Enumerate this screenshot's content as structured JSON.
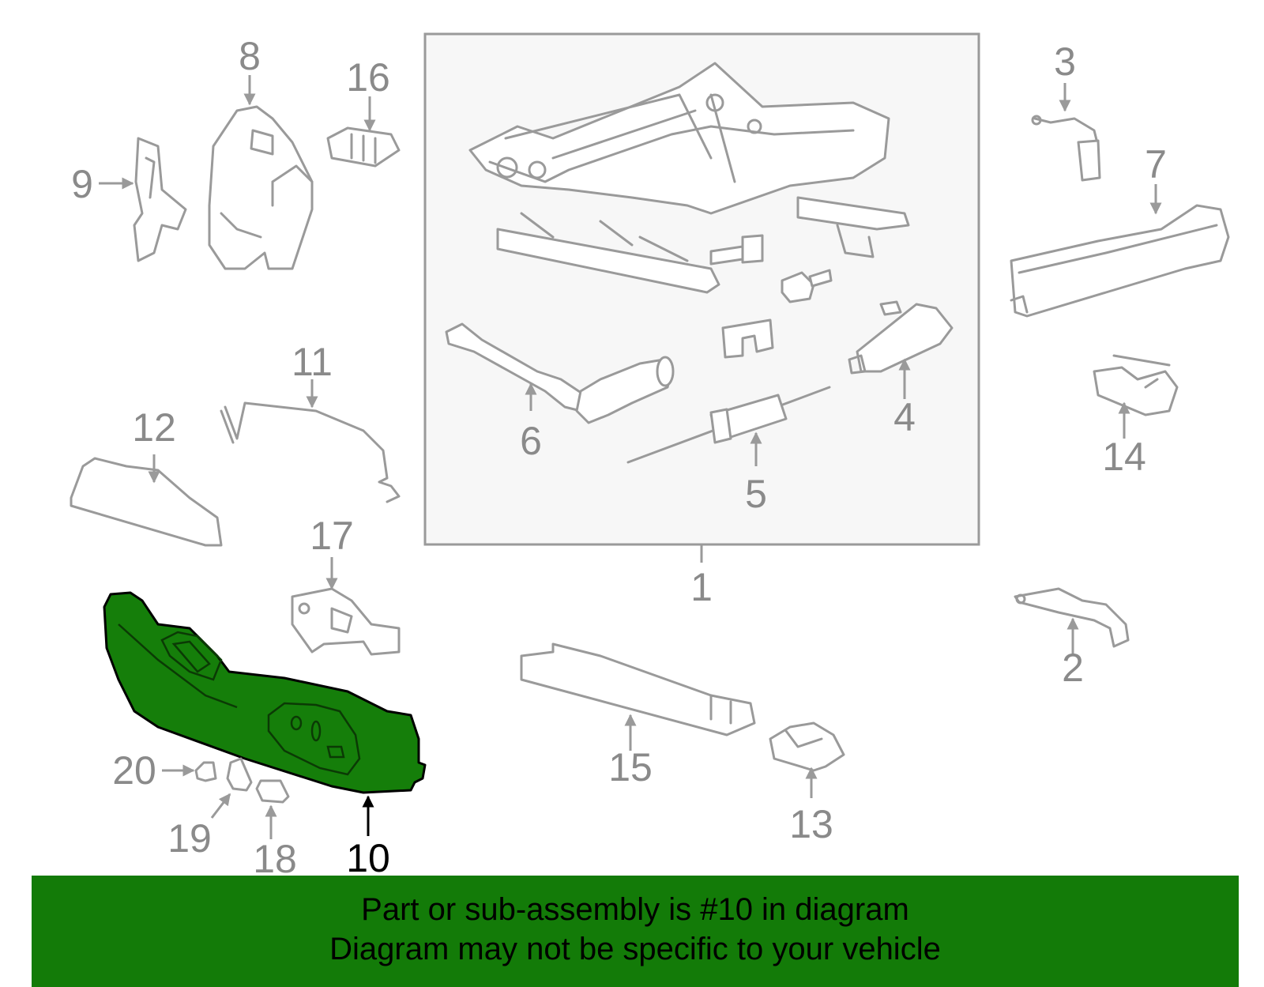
{
  "diagram": {
    "highlight_color": "#157e0a",
    "callouts": {
      "c1": "1",
      "c2": "2",
      "c3": "3",
      "c4": "4",
      "c5": "5",
      "c6": "6",
      "c7": "7",
      "c8": "8",
      "c9": "9",
      "c10": "10",
      "c11": "11",
      "c12": "12",
      "c13": "13",
      "c14": "14",
      "c15": "15",
      "c16": "16",
      "c17": "17",
      "c18": "18",
      "c19": "19",
      "c20": "20"
    }
  },
  "banner": {
    "line1": "Part or sub-assembly is #10 in diagram",
    "line2": "Diagram may not be specific to your vehicle",
    "background": "#137b08"
  }
}
